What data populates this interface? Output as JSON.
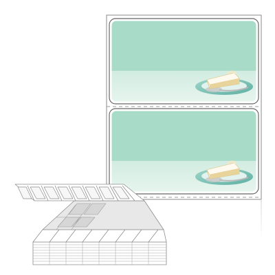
{
  "colors": {
    "background": "#ffffff",
    "sheet_border": "#8a8a8a",
    "label_border": "#666666",
    "label_fill_top": "#a9dcc8",
    "label_fill_bottom": "#e6f5ee",
    "perforation": "#9a9a9a",
    "plate_outer": "#7fc2b5",
    "plate_inner": "#e2f2ee",
    "cake_cream": "#fbf5df",
    "cake_crust": "#e8d49a",
    "fanfold_stroke": "#8c8c8c",
    "fanfold_fill": "#f2f2f2",
    "fanfold_shade": "#d6d6d6"
  },
  "product": {
    "type": "fanfold continuous labels",
    "labels_per_sheet_visible": 2,
    "label_image": "cheesecake-on-plate"
  }
}
